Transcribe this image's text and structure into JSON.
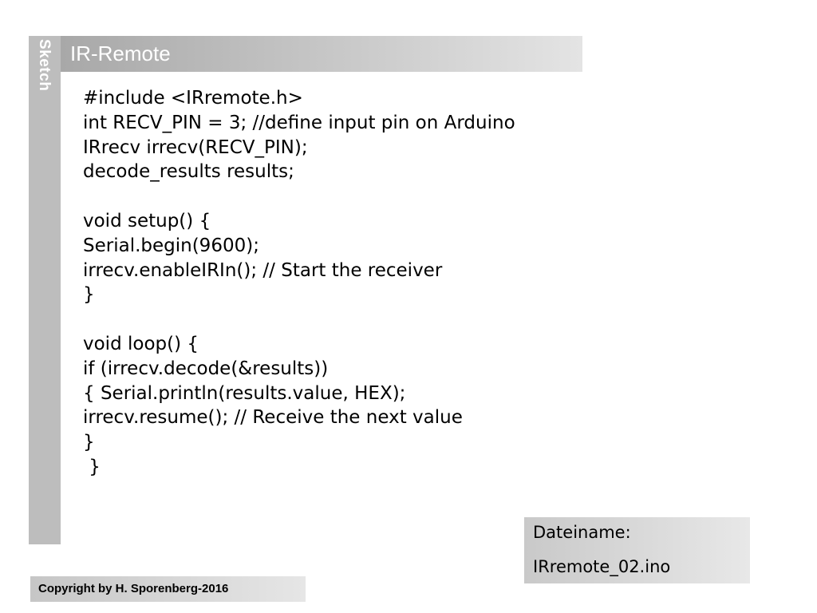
{
  "sidebar": {
    "label": "Sketch"
  },
  "header": {
    "title": "IR-Remote"
  },
  "code": {
    "lines": [
      "#include <IRremote.h>",
      "int RECV_PIN = 3; //define input pin on Arduino",
      "IRrecv irrecv(RECV_PIN);",
      "decode_results results;",
      "",
      "void setup() {",
      "Serial.begin(9600);",
      "irrecv.enableIRIn(); // Start the receiver",
      "}",
      "",
      "void loop() {",
      "if (irrecv.decode(&results))",
      "{ Serial.println(results.value, HEX);",
      "irrecv.resume(); // Receive the next value",
      "}",
      " }"
    ]
  },
  "file_info": {
    "label": "Dateiname:",
    "filename": "IRremote_02.ino"
  },
  "footer": {
    "copyright": "Copyright by H. Sporenberg-2016"
  }
}
